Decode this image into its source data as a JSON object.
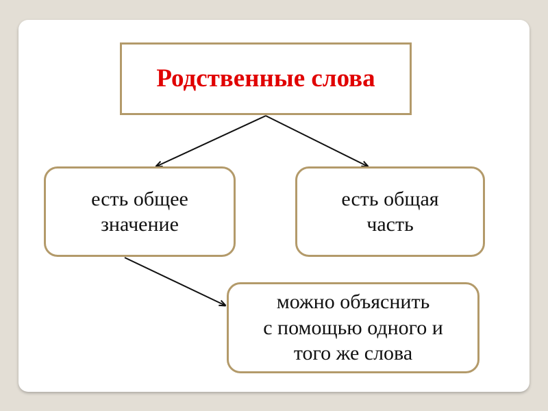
{
  "title": "Родственные слова",
  "left_box": {
    "line1": "есть общее",
    "line2": "значение"
  },
  "right_box": {
    "line1": "есть общая",
    "line2": "часть"
  },
  "bottom_box": {
    "line1": "можно объяснить",
    "line2": "с помощью одного и",
    "line3": "того же слова"
  },
  "colors": {
    "title": "#e00000",
    "border": "#b39a6a",
    "background": "#e3ded5"
  }
}
